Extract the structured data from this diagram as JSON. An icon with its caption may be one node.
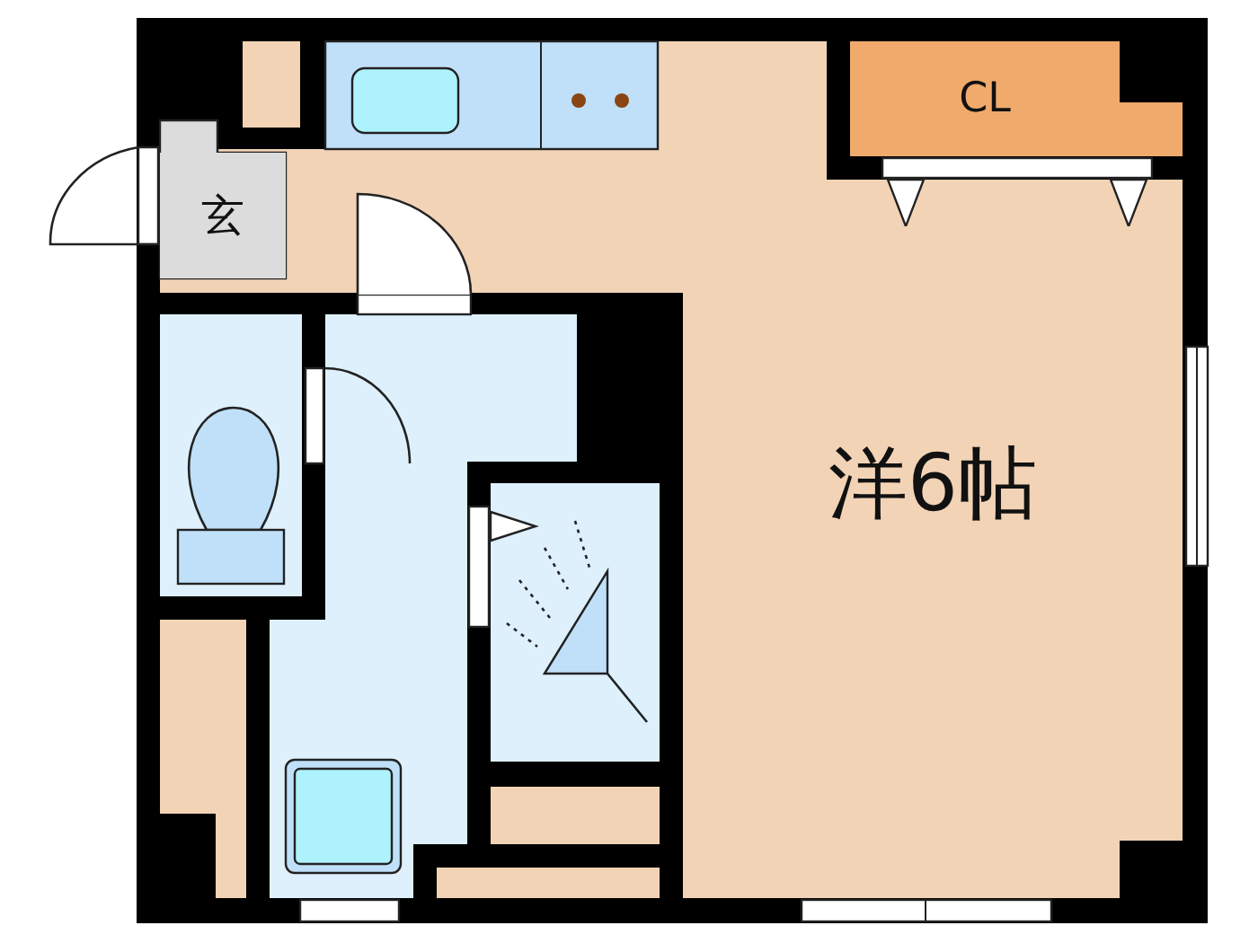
{
  "diagram": {
    "nodes": [
      {
        "text": [
          "玄"
        ]
      },
      {
        "text": [
          "CL"
        ]
      },
      {
        "text": [
          "洋6帖"
        ]
      }
    ]
  }
}
